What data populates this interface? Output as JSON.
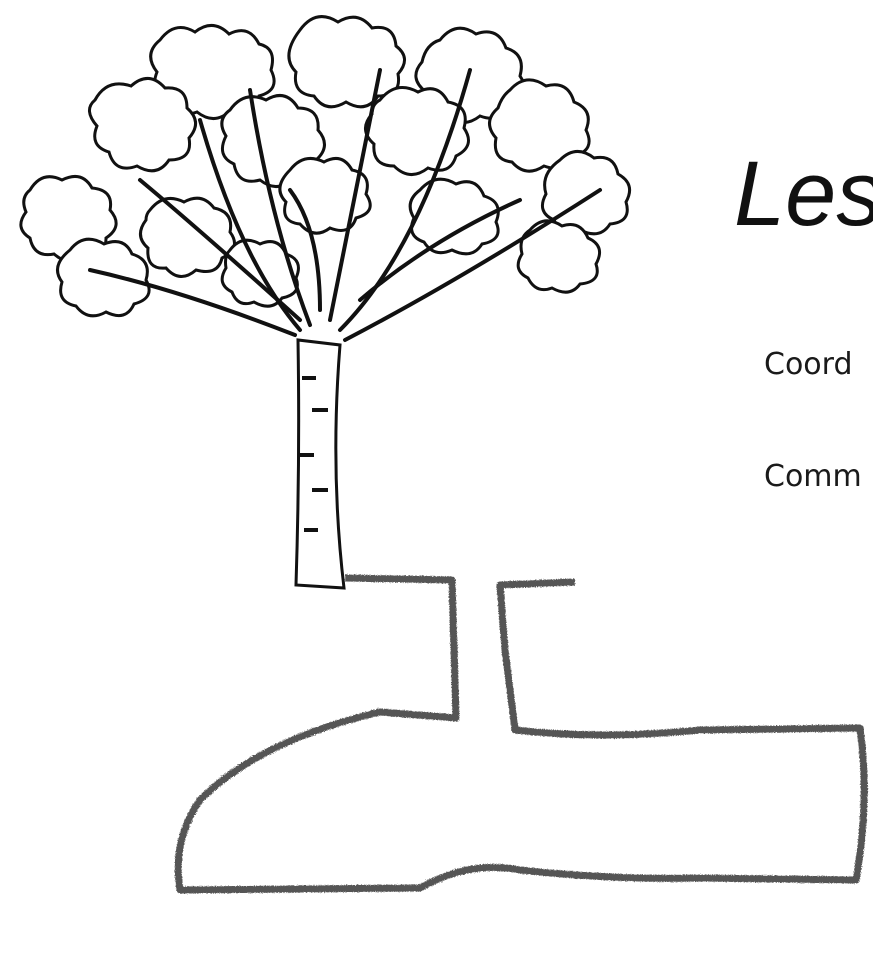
{
  "slide": {
    "title": "Les",
    "lines": [
      "Coord",
      "Comm"
    ]
  },
  "illustration": {
    "subject": "tree-with-burrow",
    "colors": {
      "line": "#111111",
      "burrow": "#555555",
      "background": "#ffffff"
    }
  }
}
